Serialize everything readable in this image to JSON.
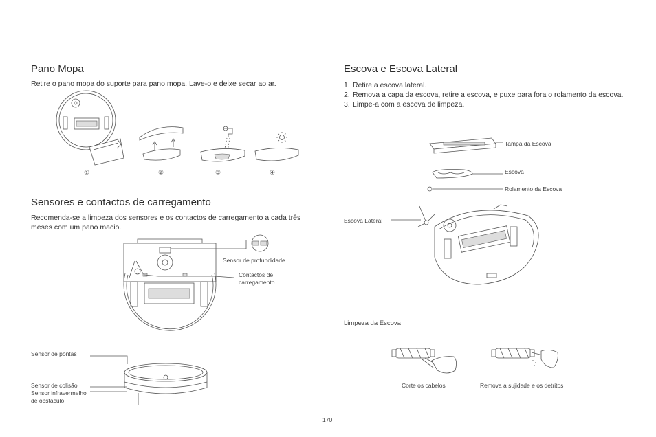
{
  "left": {
    "mop": {
      "title": "Pano Mopa",
      "text": "Retire o pano mopa do suporte para pano mopa. Lave-o e deixe secar ao ar.",
      "steps": [
        "①",
        "②",
        "③",
        "④"
      ]
    },
    "sensors": {
      "title": "Sensores e contactos de carregamento",
      "text": "Recomenda-se a limpeza dos sensores e os contactos de carregamento a cada três meses com um pano macio.",
      "labels": {
        "depth": "Sensor de profundidade",
        "contacts_1": "Contactos de",
        "contacts_2": "carregamento",
        "edge": "Sensor de pontas",
        "collision": "Sensor de colisão",
        "infrared_1": "Sensor infravermelho",
        "infrared_2": "de obstáculo"
      }
    }
  },
  "right": {
    "brush": {
      "title": "Escova e Escova Lateral",
      "steps": [
        {
          "n": "1.",
          "text": "Retire a escova lateral."
        },
        {
          "n": "2.",
          "text": "Remova a capa da escova, retire a escova, e puxe para fora o rolamento da escova."
        },
        {
          "n": "3.",
          "text": "Limpe-a com a escova de limpeza."
        }
      ],
      "labels": {
        "cover": "Tampa da Escova",
        "brush": "Escova",
        "bearing": "Rolamento da Escova",
        "side_brush": "Escova Lateral"
      }
    },
    "cleaning": {
      "title": "Limpeza da Escova",
      "cut": "Corte os cabelos",
      "remove": "Remova a sujidade e os detritos"
    }
  },
  "page_number": "170"
}
